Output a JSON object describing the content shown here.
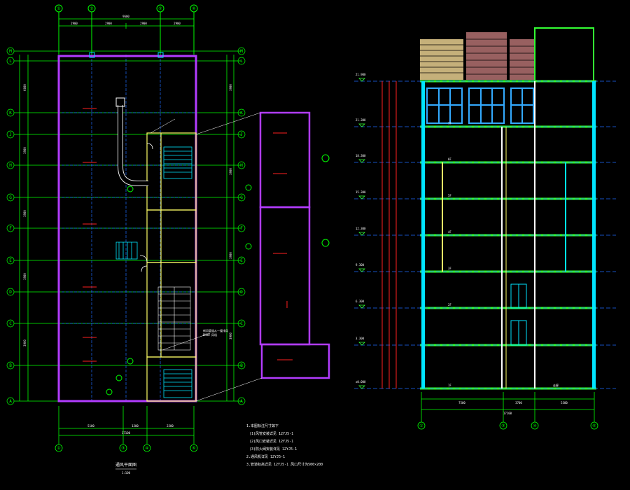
{
  "colors": {
    "background": "#000000",
    "grid_bubble": "#00ff00",
    "axis_line": "#1e6bff",
    "wall_plan": "#b23cff",
    "wall_inner": "#ffff66",
    "dimension": "#ffffff",
    "slab": "#33ff33",
    "column": "#00e5ff",
    "elevation_red": "#ff2020",
    "stair": "#00e5ff",
    "roof_brown": "#a86a6a",
    "roof_tan": "#e8cf8f",
    "window_blue": "#33aaff"
  },
  "plan": {
    "top_axes": [
      "①",
      "②",
      "⑤",
      "⑥"
    ],
    "bottom_axes": [
      "①",
      "③",
      "④",
      "⑥"
    ],
    "row_axes": [
      "M",
      "L",
      "K",
      "J",
      "H",
      "G",
      "F",
      "E",
      "D",
      "C",
      "B",
      "A"
    ],
    "top_overall_dim": "9600",
    "top_dims": [
      "2900",
      "2900",
      "2900",
      "2900"
    ],
    "bottom_dims": [
      "5100",
      "1200",
      "2200"
    ],
    "bottom_overall_dim": "17100",
    "side_dims": [
      "6000",
      "3900",
      "3900",
      "3900",
      "3900",
      "3900",
      "3900",
      "3900",
      "3900"
    ],
    "title": "通风平面图",
    "scale": "1:100",
    "callout_a": "新风管道从一楼排风",
    "callout_b": "DN50 风机"
  },
  "notes": {
    "title": "1.本图标注尺寸如下",
    "lines": [
      "(1)风管安装详见 12YJ5-1",
      "(2)风口安装详见 12YJ5-1",
      "(3)防火阀安装详见 12YJ5-1",
      "2.通风机详见 12YJ5-1",
      "3.管道标高详见 12YJ5-1  风口尺寸为500×200"
    ]
  },
  "section": {
    "bottom_axes": [
      "①",
      "③",
      "④",
      "⑥"
    ],
    "bottom_dims": [
      "7500",
      "3700",
      "5300"
    ],
    "overall_dim": "17100",
    "level_labels": [
      "21.900",
      "21.300",
      "18.300",
      "15.300",
      "12.300",
      "9.300",
      "6.300",
      "3.300",
      "±0.000"
    ],
    "floor_marks": [
      "7F",
      "6F",
      "5F",
      "4F",
      "3F",
      "2F",
      "1F"
    ],
    "room_label": "走廊"
  }
}
